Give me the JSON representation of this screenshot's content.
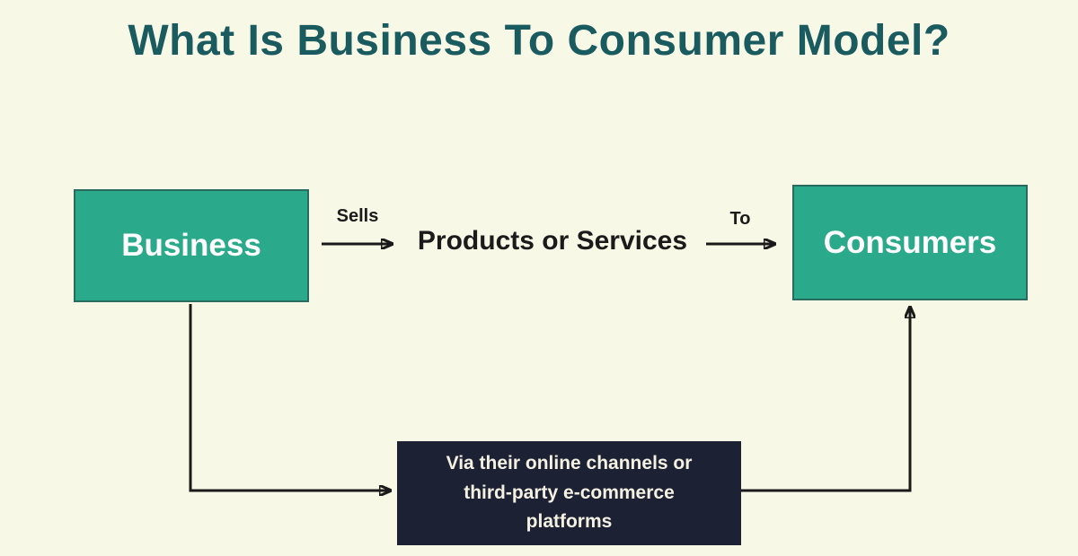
{
  "title": "What Is Business To Consumer Model?",
  "diagram": {
    "business_label": "Business",
    "consumers_label": "Consumers",
    "sells_label": "Sells",
    "to_label": "To",
    "middle_label": "Products or Services",
    "channel_note_lines": {
      "0": "Via their online channels or",
      "1": "third-party e-commerce",
      "2": "platforms"
    }
  },
  "colors": {
    "background": "#f8f8e6",
    "title": "#1a5b60",
    "box_green": "#2baa8b",
    "box_green_border": "#2a6b5f",
    "dark_box": "#1c2134",
    "dark_box_text": "#f5f1e2",
    "arrow": "#1a1a1a",
    "text_dark": "#1b1b1b"
  }
}
